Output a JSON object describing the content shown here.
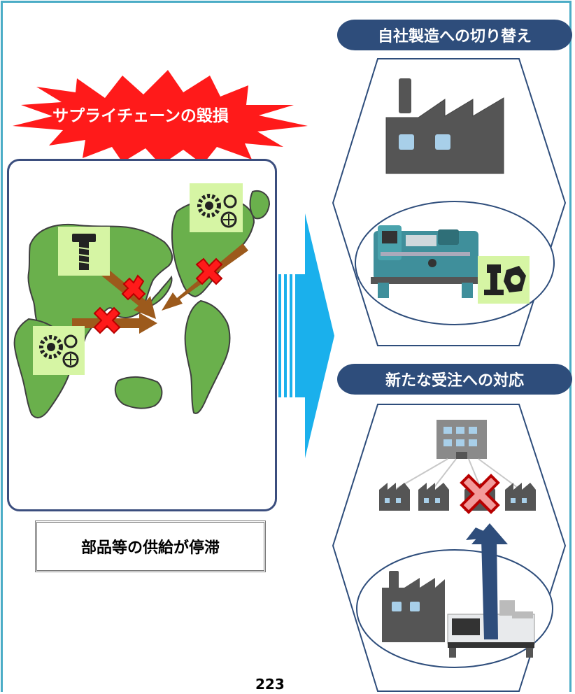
{
  "burst": {
    "label": "サプライチェーンの毀損"
  },
  "left": {
    "caption": "部品等の供給が停滞"
  },
  "right": {
    "top_panel": {
      "title": "自社製造への切り替え"
    },
    "bottom_panel": {
      "title": "新たな受注への対応"
    }
  },
  "footer": {
    "page_number": "223"
  },
  "colors": {
    "frame": "#4bacc6",
    "pill": "#2e4d7b",
    "burst_red": "#ff1a1a",
    "land_green": "#6ab04c",
    "arrow_blue": "#1ab0ec",
    "arrow_brown": "#9c5a1c",
    "icon_bg": "#d6f5a4"
  },
  "icons": [
    "factory-icon",
    "lathe-icon",
    "bolt-nut-icon",
    "screw-icon",
    "gear-icon",
    "office-building-icon",
    "cross-mark-icon",
    "injection-molding-machine-icon"
  ]
}
